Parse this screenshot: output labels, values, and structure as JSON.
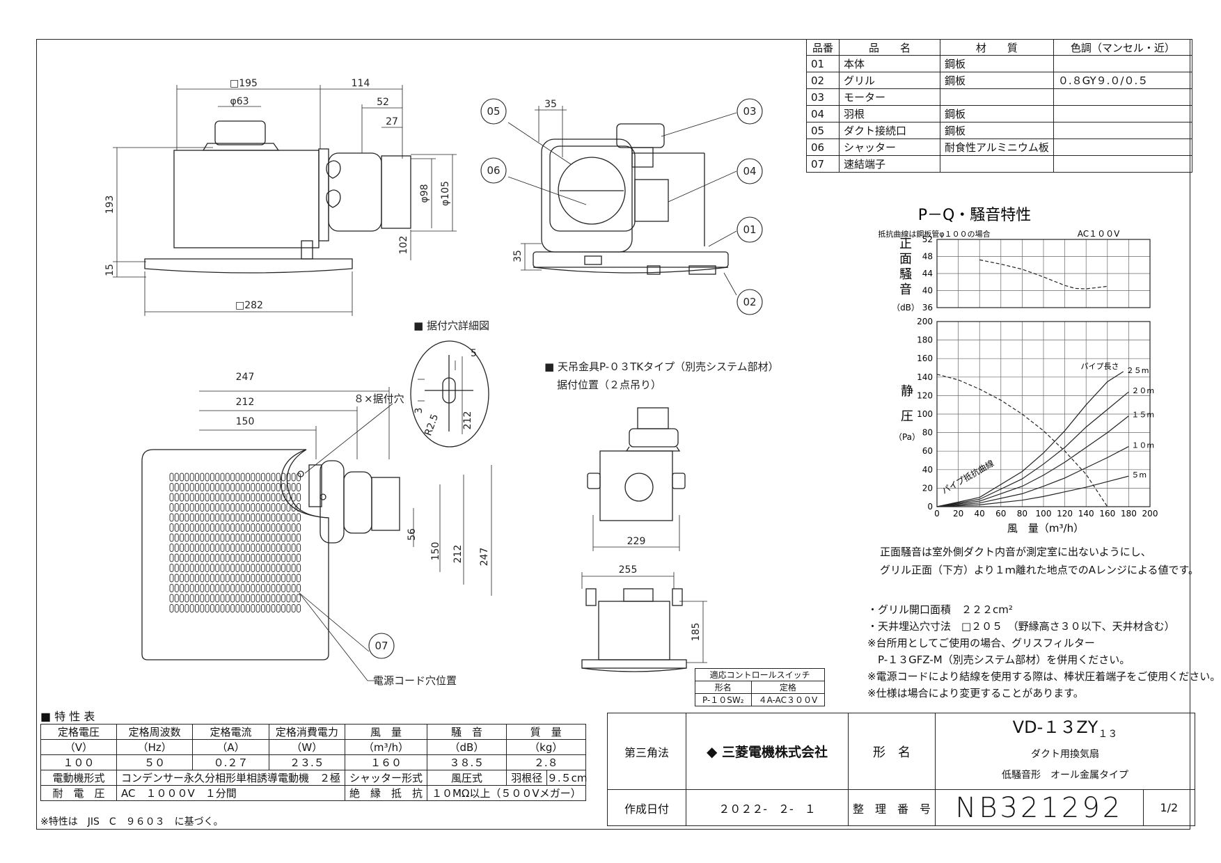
{
  "parts_table": {
    "headers": [
      "品番",
      "品　　名",
      "材　　質",
      "色調（マンセル・近）"
    ],
    "rows": [
      [
        "01",
        "本体",
        "鋼板",
        ""
      ],
      [
        "02",
        "グリル",
        "鋼板",
        "０.８GY９.０/０.５"
      ],
      [
        "03",
        "モーター",
        "",
        ""
      ],
      [
        "04",
        "羽根",
        "鋼板",
        ""
      ],
      [
        "05",
        "ダクト接続口",
        "鋼板",
        ""
      ],
      [
        "06",
        "シャッター",
        "耐食性アルミニウム板",
        ""
      ],
      [
        "07",
        "速結端子",
        "",
        ""
      ]
    ]
  },
  "drawing": {
    "dims_top": [
      "□195",
      "114",
      "φ63",
      "52",
      "27",
      "193",
      "φ98",
      "φ105",
      "102",
      "15",
      "□282"
    ],
    "dims_side": [
      "35",
      "35"
    ],
    "callouts": [
      "05",
      "06",
      "03",
      "04",
      "01",
      "02",
      "07"
    ],
    "mount_hole_title": "■ 据付穴詳細図",
    "mount_hole_dims": [
      "5",
      "3",
      "R2.5",
      "212"
    ],
    "bottom_dims": [
      "247",
      "212",
      "150",
      "56",
      "150",
      "212",
      "247"
    ],
    "mount_hole_count": "８×据付穴",
    "cord_label": "電源コード穴位置",
    "hanger_title": "■ 天吊金具P-０３TKタイプ（別売システム部材）",
    "hanger_sub": "据付位置（２点吊り）",
    "hanger_dims": [
      "229",
      "255",
      "185"
    ]
  },
  "chart_data": {
    "type": "line",
    "title": "P－Q・騒音特性",
    "noise_panel": {
      "note": "抵抗曲線は鋼板管φ１００の場合",
      "power": "AC１００V",
      "ylabel": [
        "正",
        "面",
        "騒",
        "音"
      ],
      "yunit": "（dB）",
      "ylim": [
        36,
        52
      ],
      "yticks": [
        "52",
        "48",
        "44",
        "40",
        "36"
      ],
      "x": [
        40,
        60,
        80,
        100,
        120,
        130,
        140,
        160
      ],
      "y": [
        47.2,
        46.2,
        45,
        43.2,
        41.2,
        40.5,
        40.4,
        41
      ]
    },
    "pq_panel": {
      "ylabel": [
        "静",
        "圧"
      ],
      "yunit": "（Pa）",
      "ylim": [
        0,
        200
      ],
      "yticks": [
        "200",
        "180",
        "160",
        "140",
        "120",
        "100",
        "80",
        "60",
        "40",
        "20",
        "0"
      ],
      "xlim": [
        0,
        200
      ],
      "xticks": [
        "0",
        "20",
        "40",
        "60",
        "80",
        "100",
        "120",
        "140",
        "160",
        "180",
        "200"
      ],
      "xlabel": "風　量（m³/h）",
      "pipe_label": "パイプ長さ",
      "curve_label": "パイプ抵抗曲線",
      "pq_curve": {
        "x": [
          0,
          20,
          40,
          60,
          80,
          100,
          120,
          140,
          160
        ],
        "y": [
          143,
          137,
          127,
          115,
          100,
          82,
          60,
          35,
          0
        ]
      },
      "series": [
        {
          "name": "２５m",
          "x": [
            0,
            40,
            80,
            100,
            120,
            140,
            160,
            175
          ],
          "y": [
            0,
            10,
            38,
            58,
            82,
            110,
            135,
            146
          ]
        },
        {
          "name": "２０m",
          "x": [
            0,
            40,
            80,
            100,
            120,
            140,
            160,
            180
          ],
          "y": [
            0,
            8,
            30,
            46,
            64,
            86,
            105,
            124
          ]
        },
        {
          "name": "１５m",
          "x": [
            0,
            40,
            80,
            100,
            120,
            140,
            160,
            180
          ],
          "y": [
            0,
            6,
            22,
            34,
            48,
            64,
            80,
            98
          ]
        },
        {
          "name": "１０m",
          "x": [
            0,
            40,
            80,
            100,
            120,
            140,
            160,
            180
          ],
          "y": [
            0,
            4,
            14,
            22,
            31,
            42,
            53,
            65
          ]
        },
        {
          "name": "５m",
          "x": [
            0,
            40,
            80,
            100,
            120,
            140,
            160,
            180
          ],
          "y": [
            0,
            2,
            7,
            11,
            16,
            21,
            27,
            33
          ]
        }
      ]
    }
  },
  "notes_top": [
    "正面騒音は室外側ダクト内音が測定室に出ないようにし、",
    "グリル正面（下方）より１ｍ離れた地点でのAレンジによる値です。"
  ],
  "notes_bottom": [
    "・グリル開口面積　２２２cm²",
    "・天井埋込穴寸法　□２０５　（野縁高さ３０以下、天井材含む）",
    "※台所用としてご使用の場合、グリスフィルター",
    "　P-１３GFZ-M（別売システム部材）を併用ください。",
    "※電源コードにより結線を使用する際は、棒状圧着端子をご使用ください。",
    "※仕様は場合により変更することがあります。"
  ],
  "control_switch": {
    "title": "適応コントロールスイッチ",
    "headers": [
      "形名",
      "定格"
    ],
    "row": [
      "P-１０SW₂",
      "４A-AC３００V"
    ]
  },
  "spec_table": {
    "title": "■ 特 性 表",
    "headers": [
      "定格電圧",
      "定格周波数",
      "定格電流",
      "定格消費電力",
      "風　量",
      "騒　音",
      "質　量"
    ],
    "units": [
      "（V）",
      "（Hz）",
      "（A）",
      "（W）",
      "（m³/h）",
      "（dB）",
      "（kg）"
    ],
    "values": [
      "１００",
      "５０",
      "０.２７",
      "２３.５",
      "１６０",
      "３８.５",
      "２.８"
    ],
    "motor_label": "電動機形式",
    "motor_value": "コンデンサー永久分相形単相誘導電動機　２極",
    "shutter_label": "シャッター形式",
    "shutter_value": "風圧式",
    "blade_label": "羽根径",
    "blade_value": "９.５cm",
    "withstand_label": "耐　電　圧",
    "withstand_value": "AC　１０００V　１分間",
    "insulation_label": "絶　縁　抵　抗",
    "insulation_value": "１０MΩ以上（５００Vメガー）",
    "footnote": "※特性は　JIS　C　９６０３　に基づく。"
  },
  "title_block": {
    "projection": "第三角法",
    "company": "三菱電機株式会社",
    "model_label": "形　名",
    "model_no": "VD-１３ZY",
    "model_suffix": "１３",
    "desc1": "ダクト用換気扇",
    "desc2": "低騒音形　オール金属タイプ",
    "date_label": "作成日付",
    "date": "２０２２-　２-　１",
    "ref_label": "整　理　番　号",
    "ref_no": "NB321292",
    "sheet": "1/2"
  }
}
